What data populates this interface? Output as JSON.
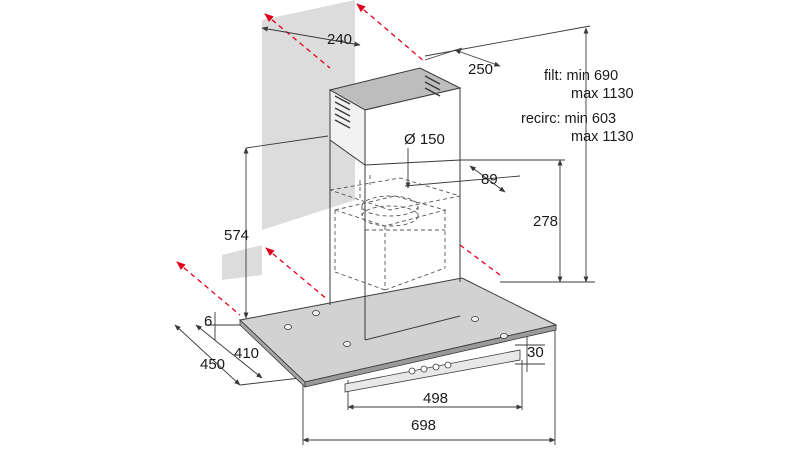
{
  "dimensions": {
    "chimney_width": "240",
    "chimney_depth": "250",
    "duct_diameter": "Ø 150",
    "duct_offset": "89",
    "filter_height": "278",
    "bracket_height": "574",
    "glass_thickness": "6",
    "depth_410": "410",
    "depth_450": "450",
    "panel_width": "498",
    "panel_offset": "30",
    "total_width": "698"
  },
  "height_notes": {
    "filt_line1": "filt: min 690",
    "filt_line2": "max 1130",
    "recirc_line1": "recirc: min 603",
    "recirc_line2": "max 1130"
  },
  "colors": {
    "line": "#3a3a3a",
    "dashed_hidden": "#555555",
    "wall_hatch": "#d8d8d8",
    "red_axis": "#e2001a",
    "glass": "#cfcfcf",
    "chimney_top": "#b5b5b5"
  }
}
